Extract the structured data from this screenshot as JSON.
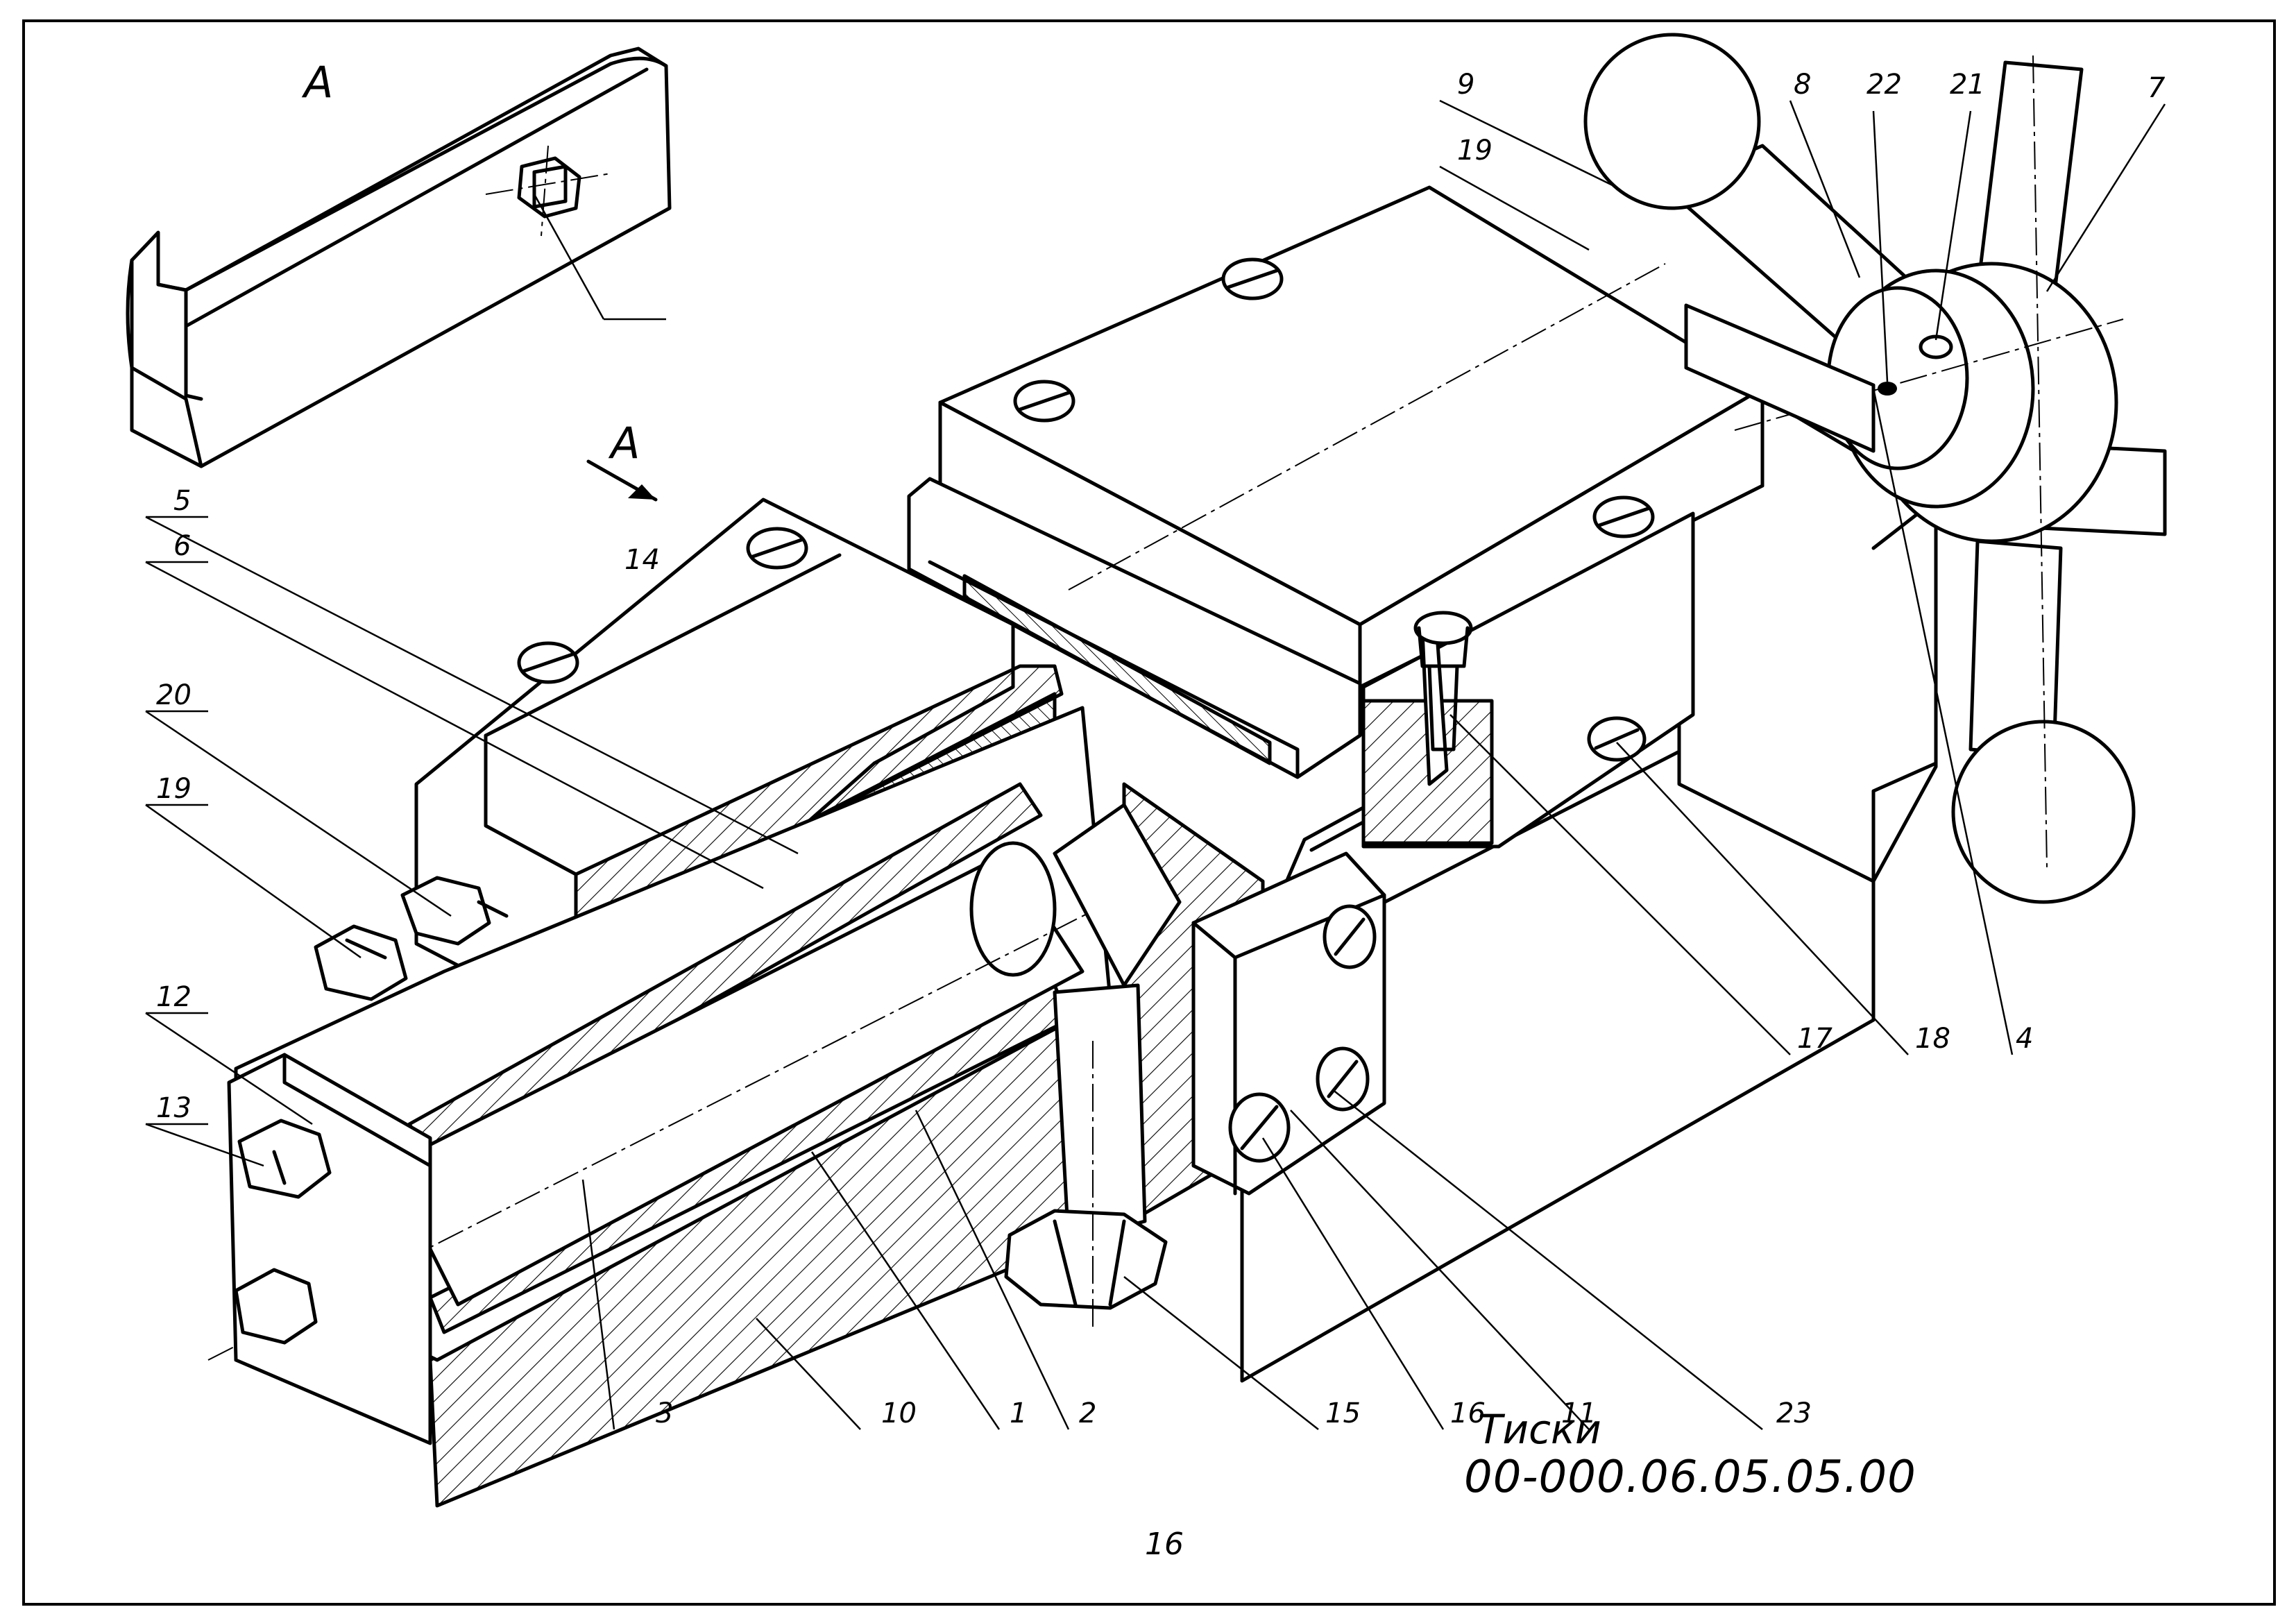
{
  "view": {
    "letter": "А",
    "arrow_letter": "А"
  },
  "callouts": [
    {
      "id": "c1",
      "text": "1"
    },
    {
      "id": "c2",
      "text": "2"
    },
    {
      "id": "c3",
      "text": "3"
    },
    {
      "id": "c4",
      "text": "4"
    },
    {
      "id": "c5",
      "text": "5"
    },
    {
      "id": "c6",
      "text": "6"
    },
    {
      "id": "c7",
      "text": "7"
    },
    {
      "id": "c8",
      "text": "8"
    },
    {
      "id": "c9",
      "text": "9"
    },
    {
      "id": "c10",
      "text": "10"
    },
    {
      "id": "c11",
      "text": "11"
    },
    {
      "id": "c12",
      "text": "12"
    },
    {
      "id": "c13",
      "text": "13"
    },
    {
      "id": "c14",
      "text": "14"
    },
    {
      "id": "c15",
      "text": "15"
    },
    {
      "id": "c16",
      "text": "16"
    },
    {
      "id": "c17",
      "text": "17"
    },
    {
      "id": "c18",
      "text": "18"
    },
    {
      "id": "c19a",
      "text": "19"
    },
    {
      "id": "c19b",
      "text": "19"
    },
    {
      "id": "c20",
      "text": "20"
    },
    {
      "id": "c21",
      "text": "21"
    },
    {
      "id": "c22",
      "text": "22"
    },
    {
      "id": "c23",
      "text": "23"
    }
  ],
  "title_block": {
    "name": "Тиски",
    "code": "00-000.06.05.05.00"
  },
  "page_number": "16"
}
